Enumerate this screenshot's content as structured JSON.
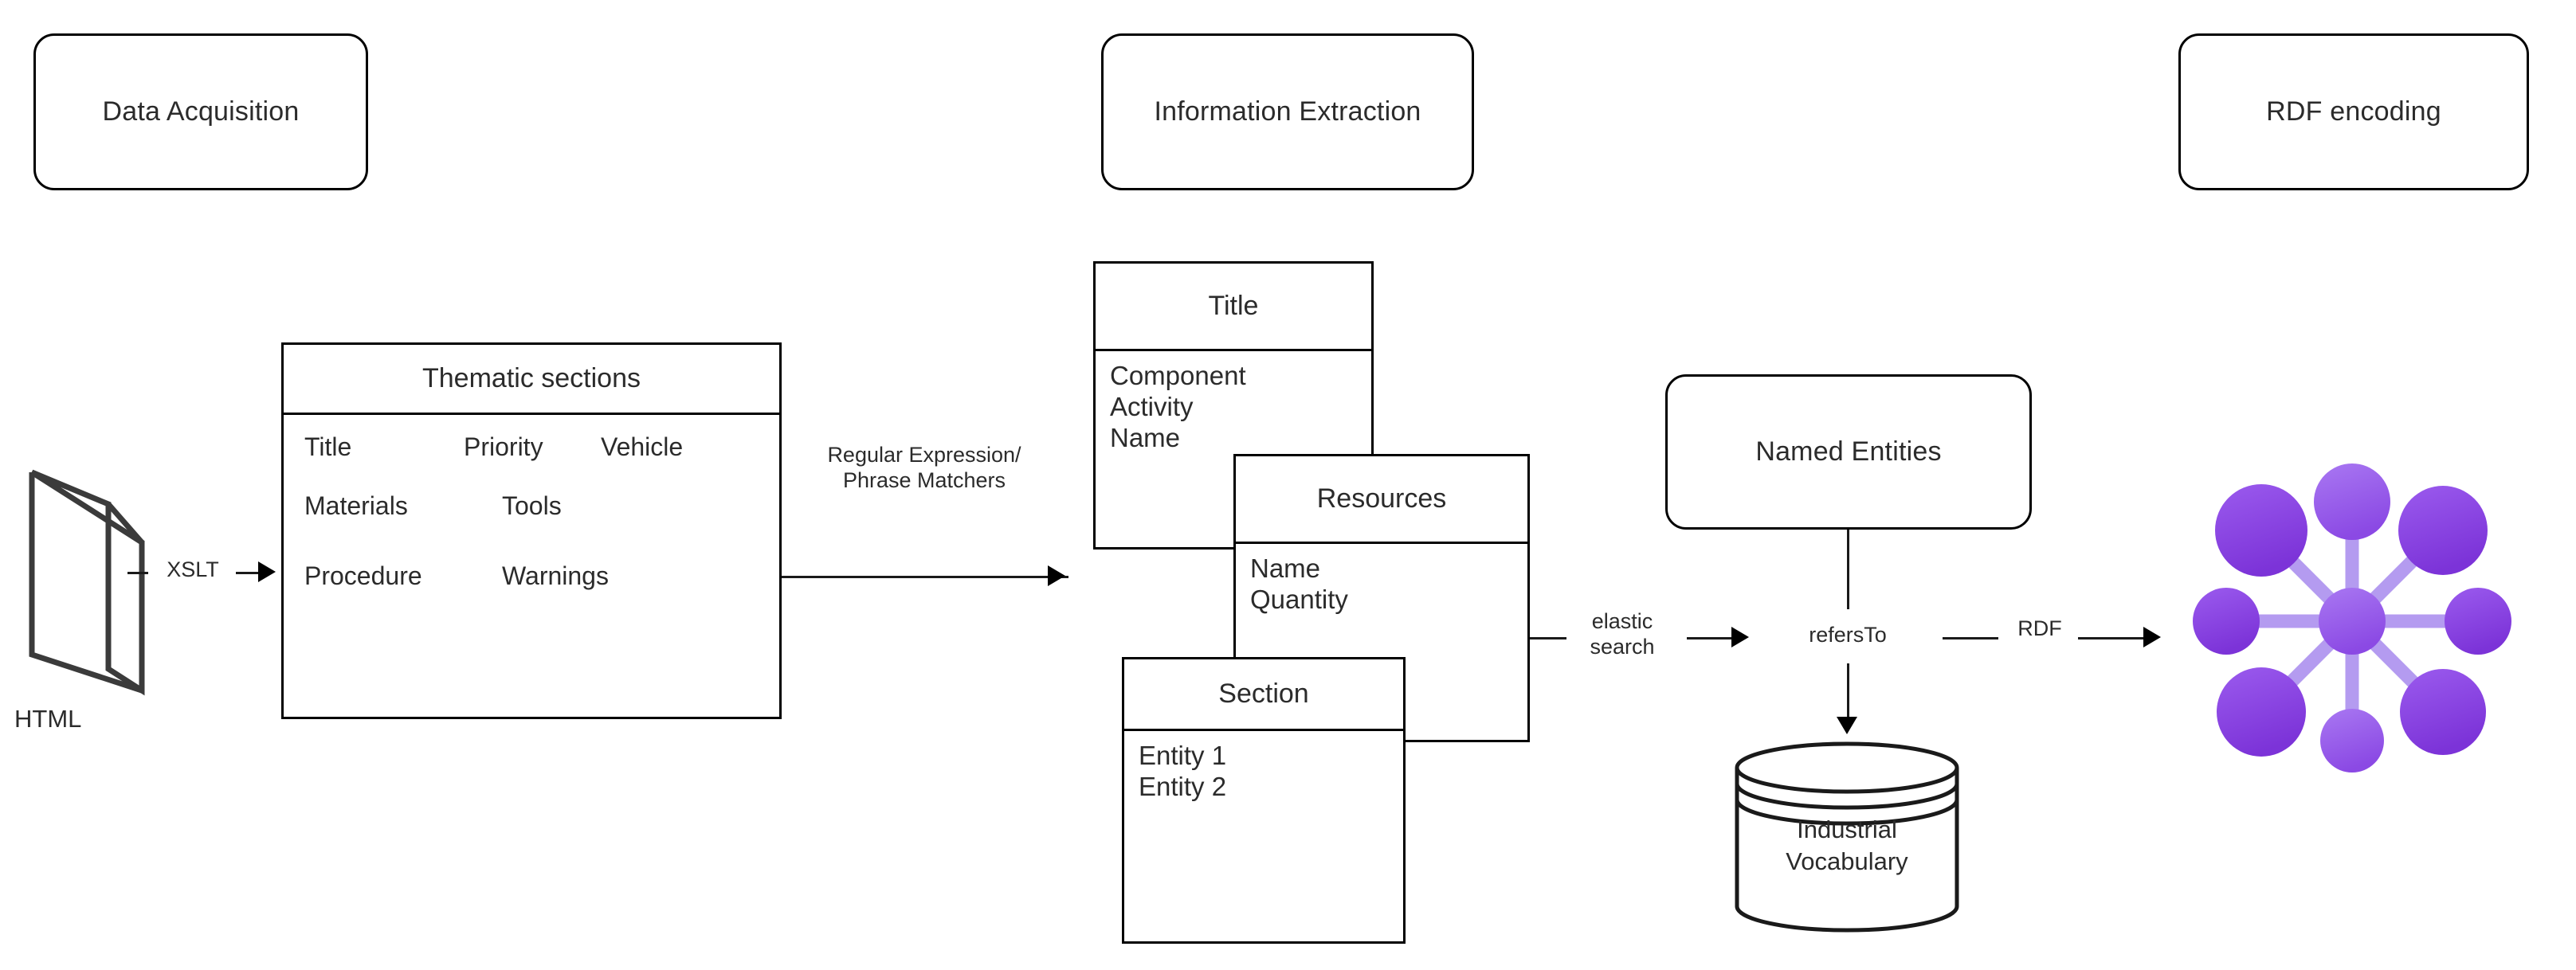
{
  "phases": [
    {
      "id": "data-acquisition",
      "label": "Data Acquisition"
    },
    {
      "id": "information-extraction",
      "label": "Information Extraction"
    },
    {
      "id": "rdf-encoding",
      "label": "RDF encoding"
    }
  ],
  "source": {
    "icon": "html-document-icon",
    "caption": "HTML"
  },
  "thematic_sections": {
    "title": "Thematic sections",
    "rows": [
      [
        "Title",
        "Priority",
        "Vehicle"
      ],
      [
        "Materials",
        "Tools",
        ""
      ],
      [
        "Procedure",
        "Warnings",
        ""
      ]
    ]
  },
  "extraction_classes": [
    {
      "id": "title-class",
      "title": "Title",
      "attributes": [
        "Component",
        "Activity",
        "Name"
      ]
    },
    {
      "id": "resources-class",
      "title": "Resources",
      "attributes": [
        "Name",
        "Quantity"
      ]
    },
    {
      "id": "section-class",
      "title": "Section",
      "attributes": [
        "Entity 1",
        "Entity 2"
      ]
    }
  ],
  "named_entities": {
    "label": "Named Entities"
  },
  "vocabulary": {
    "label": "Industrial\nVocabulary"
  },
  "knowledge_graph": {
    "icon": "knowledge-graph-icon",
    "node_color": "#8b44e0",
    "edge_color": "#b49bf0",
    "node_count": 8
  },
  "edges": [
    {
      "id": "xslt",
      "label": "XSLT"
    },
    {
      "id": "regex",
      "label": "Regular Expression/\nPhrase Matchers"
    },
    {
      "id": "elastic",
      "label": "elastic\nsearch"
    },
    {
      "id": "refers-to",
      "label": "refersTo"
    },
    {
      "id": "rdf",
      "label": "RDF"
    }
  ],
  "colors": {
    "stroke": "#000000",
    "text": "#2b2b2b",
    "graph_node": "#8b44e0",
    "graph_edge": "#b49bf0",
    "background": "#ffffff"
  }
}
